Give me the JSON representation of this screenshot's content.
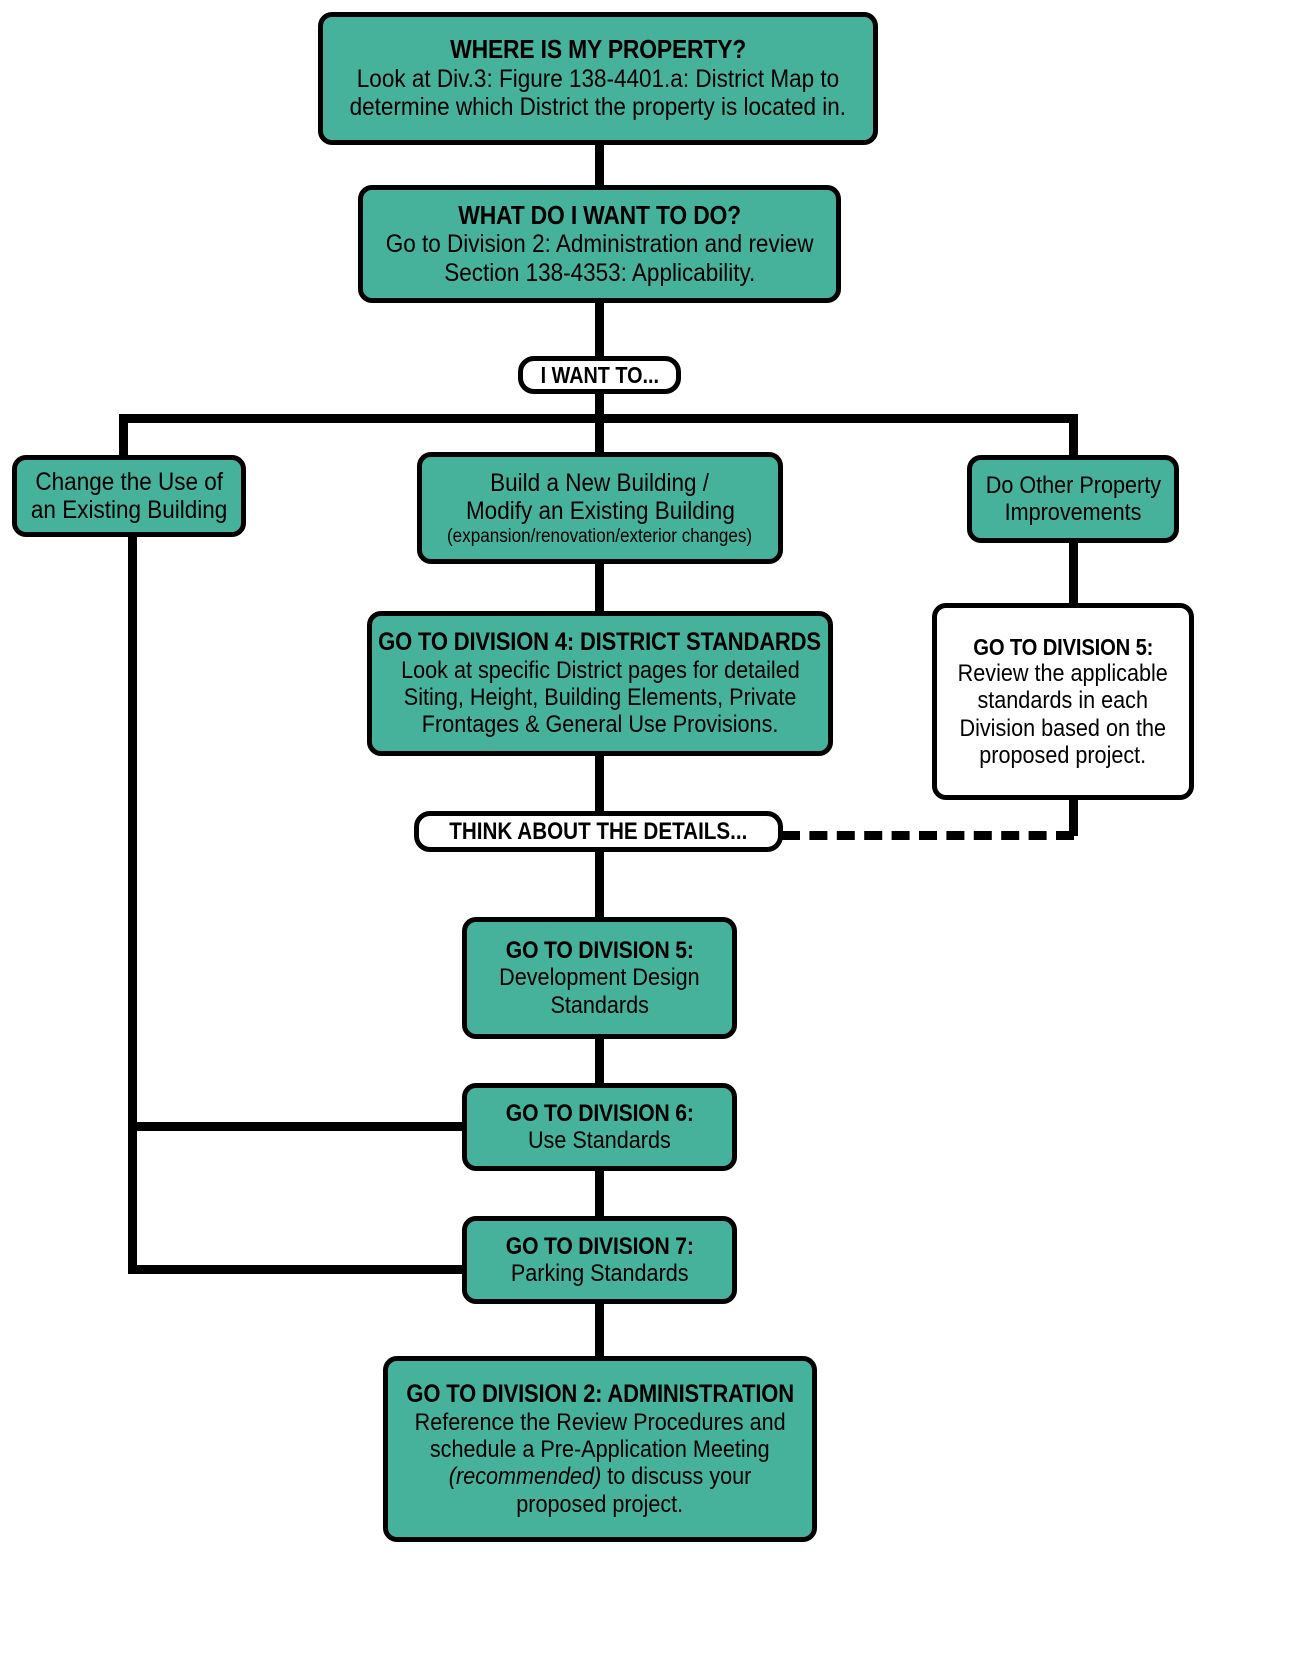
{
  "diagram": {
    "title": "Zoning Code Navigation Flowchart",
    "colors": {
      "box_fill": "#46b29b",
      "box_fill_alt": "#ffffff",
      "stroke": "#000000",
      "text": "#000000"
    },
    "nodes": {
      "where_property": {
        "heading": "WHERE IS MY PROPERTY?",
        "line1": "Look at Div.3: Figure 138-4401.a: District Map to",
        "line2": "determine which District the property is located in."
      },
      "what_do": {
        "heading": "WHAT DO I WANT TO DO?",
        "line1": "Go to Division 2: Administration and review",
        "line2": "Section 138-4353: Applicability."
      },
      "i_want_to": {
        "label": "I WANT TO..."
      },
      "change_use": {
        "line1": "Change the Use of",
        "line2": "an Existing Building"
      },
      "build_new": {
        "line1": "Build a New Building /",
        "line2": "Modify an Existing Building",
        "line3": "(expansion/renovation/exterior changes)"
      },
      "other_improvements": {
        "line1": "Do Other Property",
        "line2": "Improvements"
      },
      "division4": {
        "heading": "GO TO DIVISION 4: DISTRICT STANDARDS",
        "line1": "Look at specific District pages for detailed",
        "line2": "Siting, Height, Building Elements, Private",
        "line3": "Frontages & General Use Provisions."
      },
      "division5_right": {
        "heading": "GO TO DIVISION 5:",
        "line1": "Review the applicable",
        "line2": "standards in each",
        "line3": "Division based on the",
        "line4": "proposed project."
      },
      "think_details": {
        "label": "THINK ABOUT THE DETAILS..."
      },
      "division5": {
        "heading": "GO TO DIVISION 5:",
        "line1": "Development Design",
        "line2": "Standards"
      },
      "division6": {
        "heading": "GO TO DIVISION 6:",
        "line1": "Use Standards"
      },
      "division7": {
        "heading": "GO TO DIVISION 7:",
        "line1": "Parking Standards"
      },
      "division2_admin": {
        "heading": "GO TO DIVISION 2: ADMINISTRATION",
        "line1": "Reference the Review Procedures and",
        "line2": "schedule a Pre-Application Meeting",
        "line3_italic": "(recommended)",
        "line3_rest": " to discuss your",
        "line4": "proposed project."
      }
    }
  }
}
